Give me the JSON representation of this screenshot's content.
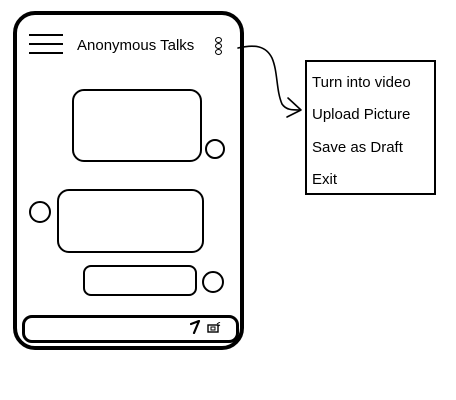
{
  "header": {
    "title": "Anonymous Talks",
    "menu_icon": "hamburger-menu-icon",
    "more_icon": "vertical-dots-icon"
  },
  "bottom_bar": {
    "icons": [
      "pen-icon",
      "camera-icon"
    ]
  },
  "menu": {
    "items": [
      {
        "label": "Turn into video"
      },
      {
        "label": "Upload Picture"
      },
      {
        "label": "Save as Draft"
      },
      {
        "label": "Exit"
      }
    ]
  }
}
